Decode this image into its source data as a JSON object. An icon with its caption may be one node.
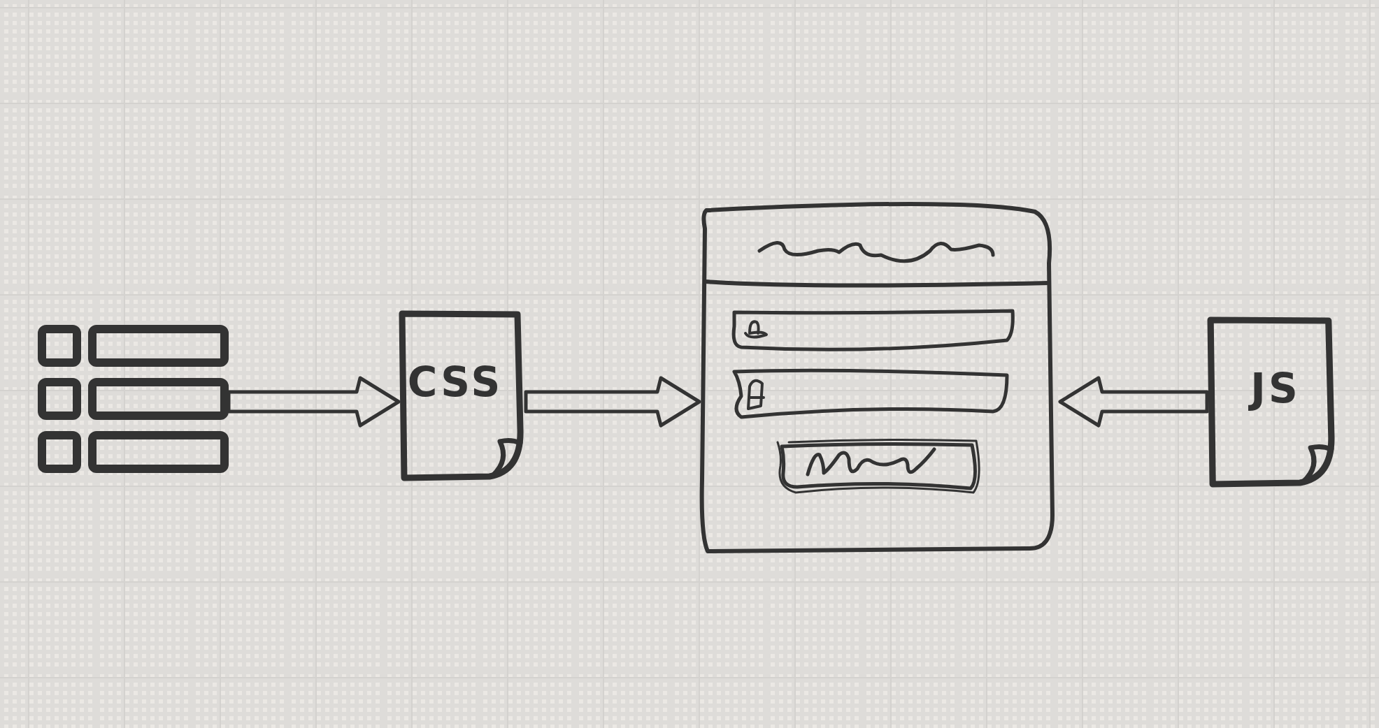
{
  "diagram": {
    "nodes": [
      {
        "text": [],
        "shape": "picture"
      },
      {
        "text": [
          "CSS"
        ]
      },
      {
        "text": [],
        "shape": "picture"
      },
      {
        "text": [
          "JS"
        ]
      }
    ],
    "edges": [
      {
        "from": 0,
        "to": 1,
        "arrow": "to"
      },
      {
        "from": 1,
        "to": 2,
        "arrow": "to"
      },
      {
        "from": 3,
        "to": 2,
        "arrow": "to"
      }
    ]
  }
}
